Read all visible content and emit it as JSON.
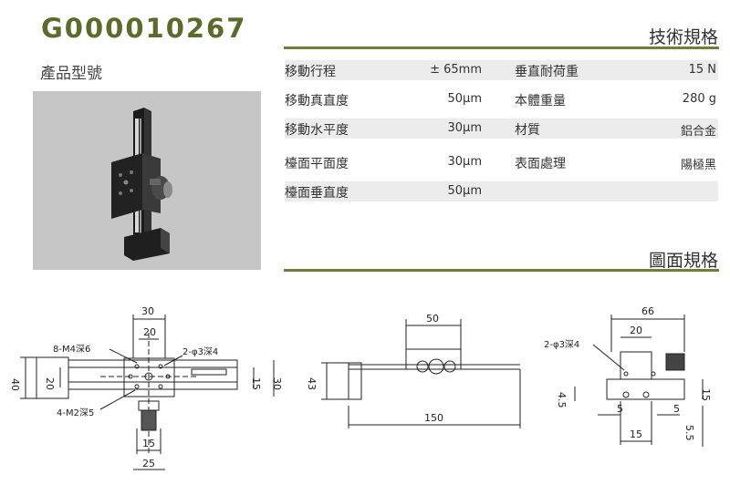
{
  "header": {
    "product_code": "G000010267",
    "model_label": "產品型號"
  },
  "specs_section": {
    "title": "技術規格",
    "rows": [
      {
        "l1": "移動行程",
        "v1": "± 65mm",
        "l2": "垂直耐荷重",
        "v2": "15 N"
      },
      {
        "l1": "移動真直度",
        "v1": "50μm",
        "l2": "本體重量",
        "v2": "280 g"
      },
      {
        "l1": "移動水平度",
        "v1": "30μm",
        "l2": "材質",
        "v2": "鋁合金"
      },
      {
        "l1": "檯面平面度",
        "v1": "30μm",
        "l2": "表面處理",
        "v2": "陽極黑"
      },
      {
        "l1": "檯面垂直度",
        "v1": "50μm",
        "l2": "",
        "v2": ""
      }
    ]
  },
  "drawing_section": {
    "title": "圖面規格"
  },
  "drawing_labels": {
    "front": {
      "d30": "30",
      "d20": "20",
      "m4": "8-M4深6",
      "hole": "2-φ3深4",
      "m2": "4-M2深5",
      "d40": "40",
      "d20b": "20",
      "d15": "15",
      "d30r": "30",
      "d15b": "15",
      "d25": "25"
    },
    "side": {
      "d50": "50",
      "d43": "43",
      "d150": "150"
    },
    "top": {
      "d66": "66",
      "d20": "20",
      "hole": "2-φ3深4",
      "d45": "4.5",
      "d15r": "15",
      "d5a": "5",
      "d5b": "5",
      "d55": "5.5",
      "d15b": "15"
    }
  },
  "colors": {
    "accent": "#6f7f3a",
    "title": "#5a6b2c",
    "row_shade": "#ececec",
    "photo_bg": "#c6c6c6"
  }
}
